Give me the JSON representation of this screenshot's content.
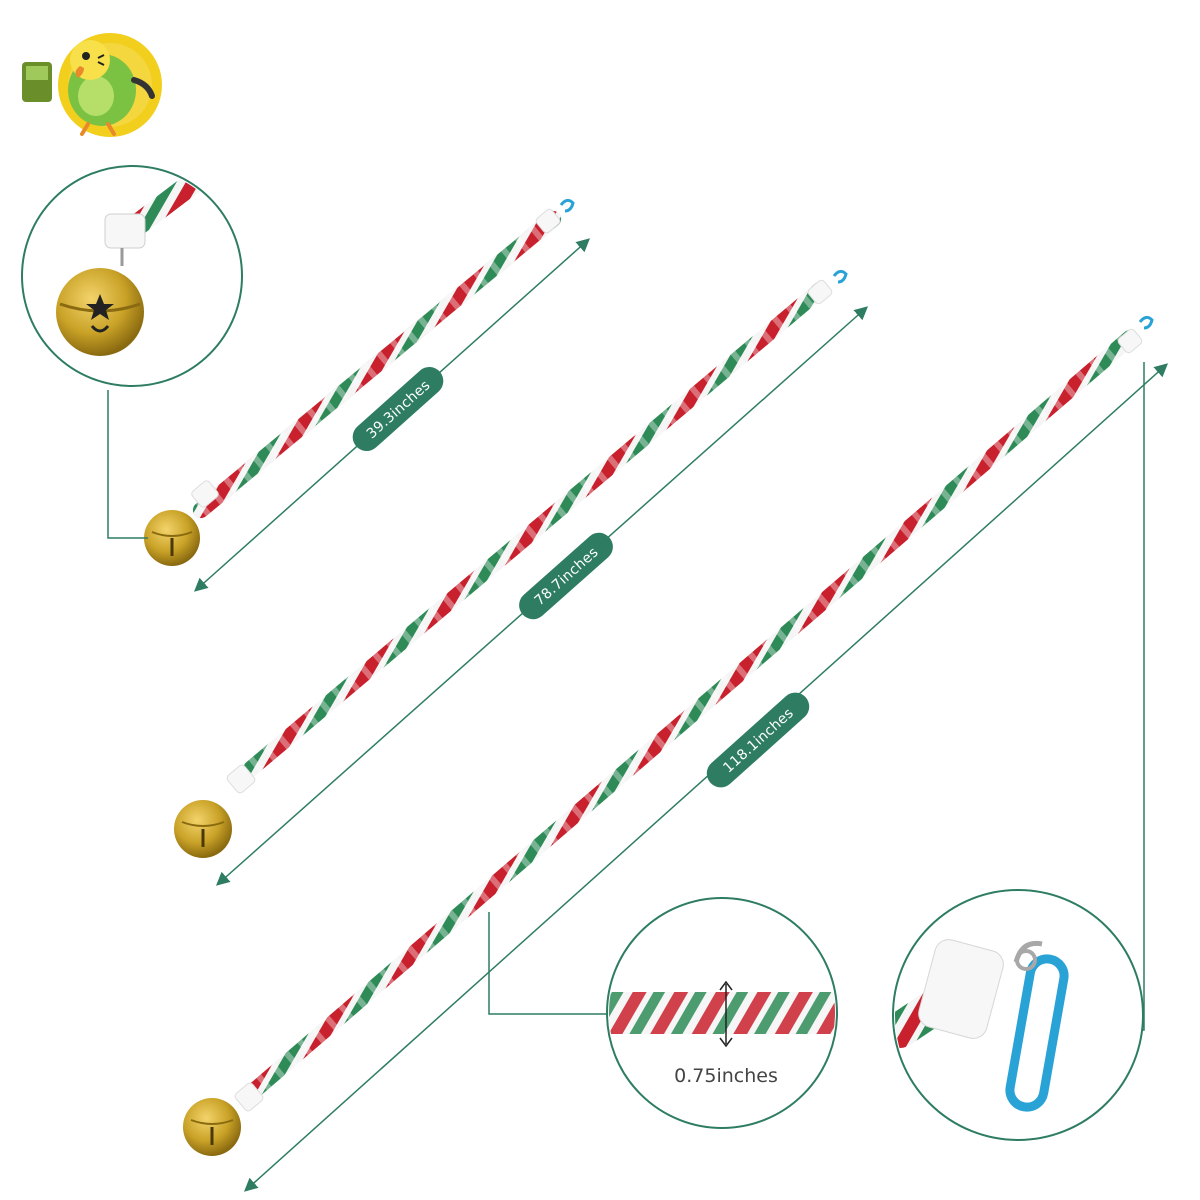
{
  "colors": {
    "accent_green": "#2e7d62",
    "rope_red": "#c8202c",
    "rope_green": "#2e8b57",
    "rope_white": "#f5f5f5",
    "bell_gold": "#c9a227",
    "carabiner_blue": "#29a3d6",
    "logo_yellow": "#f2cf1d",
    "logo_bird_green": "#7cc242"
  },
  "icons": {
    "logo": "parrot-logo-icon",
    "bell": "jingle-bell-icon",
    "clip": "carabiner-clip-icon"
  },
  "ropes": [
    {
      "length_label": "39.3inches"
    },
    {
      "length_label": "78.7inches"
    },
    {
      "length_label": "118.1inches"
    }
  ],
  "callouts": {
    "bell_detail": "jingle-bell-detail",
    "diameter_label": "0.75inches",
    "clip_detail": "carabiner-detail"
  }
}
